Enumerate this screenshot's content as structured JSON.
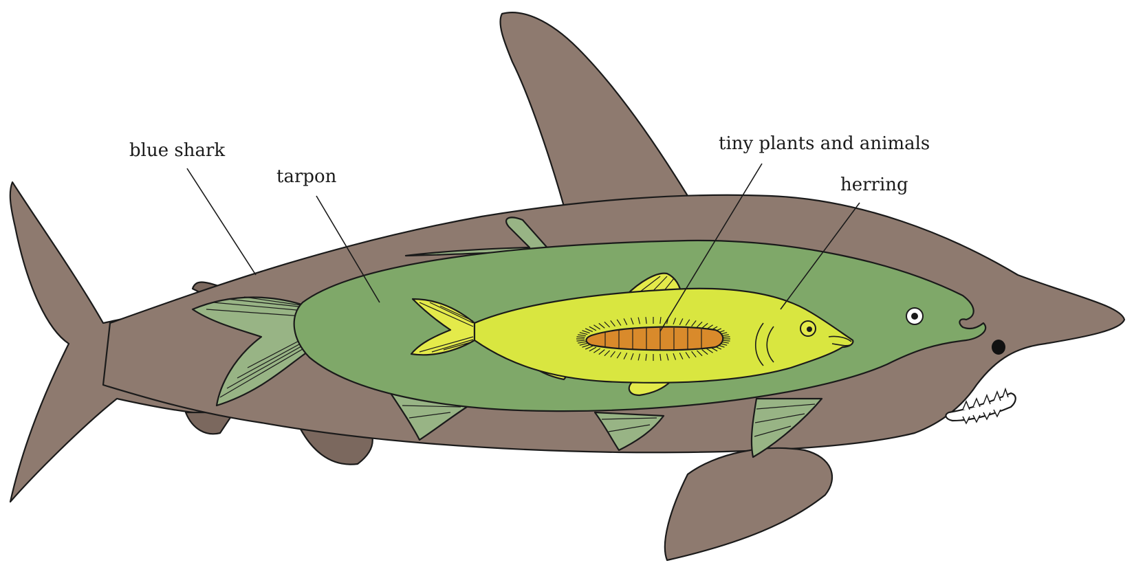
{
  "diagram": {
    "labels": {
      "blue_shark": "blue shark",
      "tarpon": "tarpon",
      "tiny_plants_and_animals": "tiny plants and animals",
      "herring": "herring"
    },
    "colors": {
      "shark": "#8e7a6f",
      "shark_dark": "#7b685e",
      "tarpon": "#7fa869",
      "tarpon_fin": "#98b485",
      "herring": "#d9e640",
      "herring_fin": "#e4ea4a",
      "stomach": "#d98a2b",
      "outline": "#1a1a1a"
    }
  }
}
